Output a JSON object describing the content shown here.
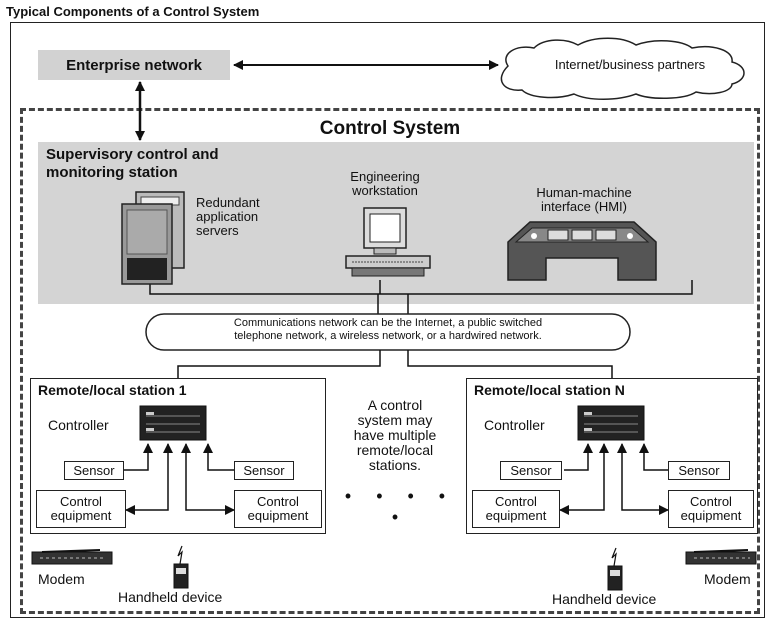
{
  "diagram": {
    "title": "Typical Components of a Control System",
    "enterprise_network": "Enterprise network",
    "internet_partners": "Internet/business partners",
    "control_system_title": "Control System",
    "supervisory_title_line1": "Supervisory control and",
    "supervisory_title_line2": "monitoring station",
    "servers_line1": "Redundant",
    "servers_line2": "application",
    "servers_line3": "servers",
    "workstation_line1": "Engineering",
    "workstation_line2": "workstation",
    "hmi_line1": "Human-machine",
    "hmi_line2": "interface (HMI)",
    "comm_line1": "Communications network can be the Internet, a public switched",
    "comm_line2": "telephone network, a wireless network, or a hardwired network.",
    "station1_title": "Remote/local station 1",
    "stationN_title": "Remote/local station N",
    "controller": "Controller",
    "sensor": "Sensor",
    "control_equipment_line1": "Control",
    "control_equipment_line2": "equipment",
    "modem": "Modem",
    "handheld": "Handheld device",
    "note_line1": "A control",
    "note_line2": "system may",
    "note_line3": "have multiple",
    "note_line4": "remote/local",
    "note_line5": "stations.",
    "dots": "• • • • •"
  }
}
